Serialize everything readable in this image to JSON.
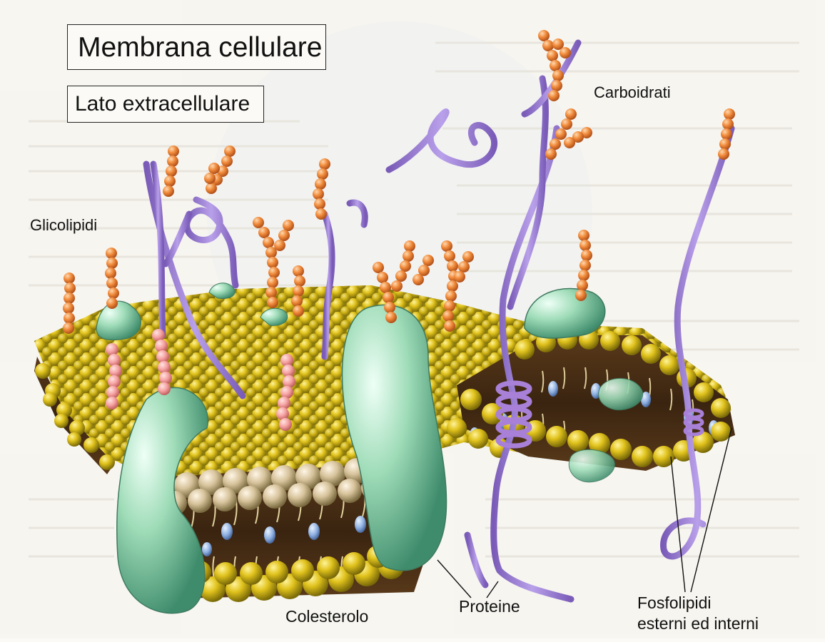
{
  "title": "Membrana cellulare",
  "subtitle": "Lato extracellulare",
  "labels": {
    "glicolipidi": "Glicolipidi",
    "carboidrati": "Carboidrati",
    "colesterolo": "Colesterolo",
    "proteine": "Proteine",
    "fosfolipidi_line1": "Fosfolipidi",
    "fosfolipidi_line2": "esterni ed interni"
  },
  "colors": {
    "membrane_surface": "#b8a830",
    "head_yellow": "#e0c21c",
    "protein_green": "#8fcfa8",
    "sugar_orange": "#f08a3a",
    "chain_purple": "#9a7fd0",
    "cholesterol_blue": "#8fb0e0",
    "background": "#fbfaf6"
  }
}
